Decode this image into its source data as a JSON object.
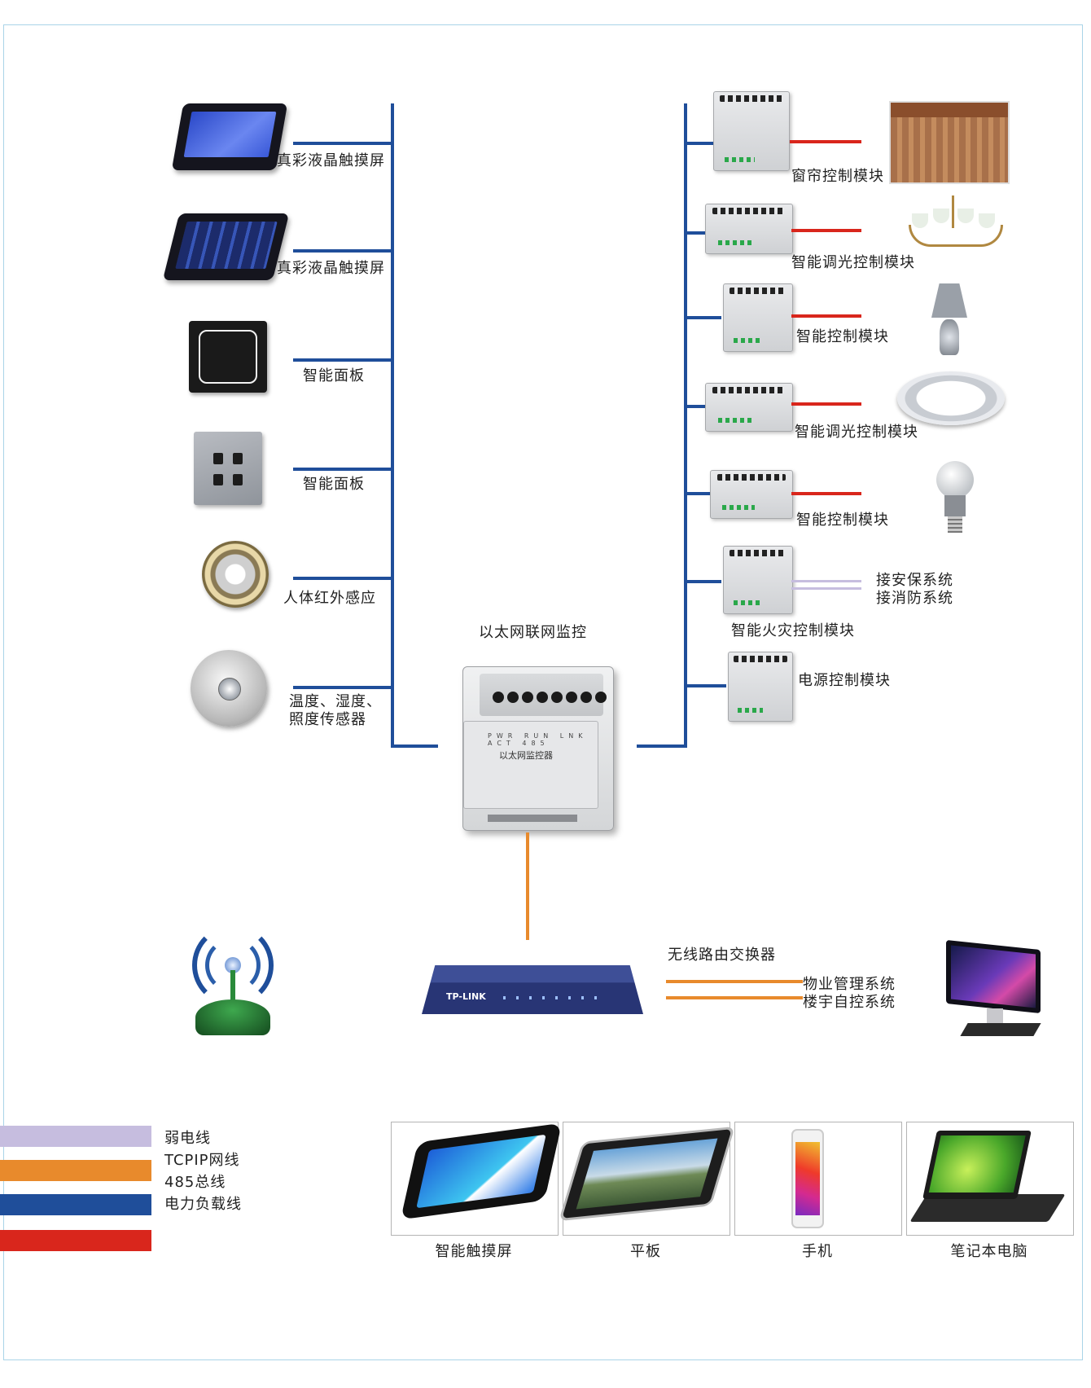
{
  "left_devices": [
    {
      "label": "真彩液晶触摸屏",
      "icon": "touchscreen-icon"
    },
    {
      "label": "真彩液晶触摸屏",
      "icon": "touchscreen-icon"
    },
    {
      "label": "智能面板",
      "icon": "smart-panel-icon"
    },
    {
      "label": "智能面板",
      "icon": "smart-panel-icon"
    },
    {
      "label": "人体红外感应",
      "icon": "pir-sensor-icon"
    },
    {
      "label_line1": "温度、湿度、",
      "label_line2": "照度传感器",
      "icon": "environment-sensor-icon"
    }
  ],
  "right_modules": [
    {
      "label": "窗帘控制模块",
      "icon": "curtain-icon"
    },
    {
      "label": "智能调光控制模块",
      "icon": "chandelier-icon"
    },
    {
      "label": "智能控制模块",
      "icon": "table-lamp-icon"
    },
    {
      "label": "智能调光控制模块",
      "icon": "ceiling-light-icon"
    },
    {
      "label": "智能控制模块",
      "icon": "bulb-icon"
    },
    {
      "label": "智能火灾控制模块",
      "icon": "fire-module-icon"
    },
    {
      "label": "电源控制模块",
      "icon": "power-module-icon"
    }
  ],
  "fire_links": [
    "接安保系统",
    "接消防系统"
  ],
  "controller": {
    "title": "以太网联网监控",
    "device_name": "以太网监控器",
    "led_labels": "PWR RUN LNK ACT 485"
  },
  "router": {
    "label": "无线路由交换器",
    "brand": "TP-LINK"
  },
  "router_links": [
    "物业管理系统",
    "楼宇自控系统"
  ],
  "legend": [
    {
      "label": "弱电线",
      "color": "#c6bddf"
    },
    {
      "label": "TCPIP网线",
      "color": "#e88a2c"
    },
    {
      "label": "485总线",
      "color": "#1f4e9a"
    },
    {
      "label": "电力负载线",
      "color": "#d9261c"
    }
  ],
  "terminals": [
    {
      "label": "智能触摸屏",
      "icon": "smart-touchscreen-icon"
    },
    {
      "label": "平板",
      "icon": "tablet-icon"
    },
    {
      "label": "手机",
      "icon": "phone-icon"
    },
    {
      "label": "笔记本电脑",
      "icon": "laptop-icon"
    }
  ]
}
